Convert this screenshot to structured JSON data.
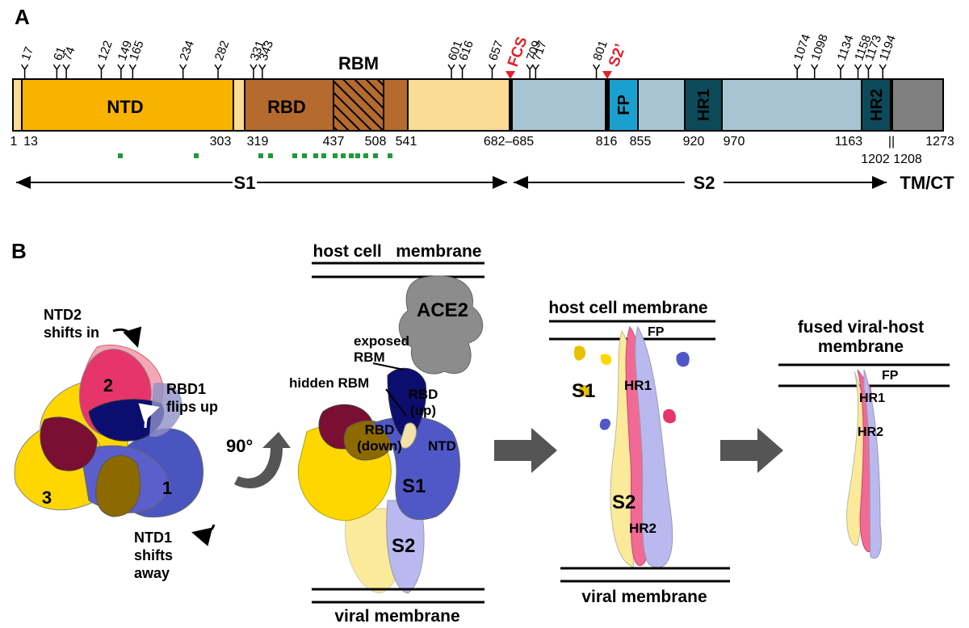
{
  "panel_a": {
    "label": "A",
    "domains": {
      "ntd": "NTD",
      "rbd": "RBD",
      "rbm": "RBM",
      "fp": "FP",
      "hr1": "HR1",
      "hr2": "HR2"
    },
    "glycosites": [
      "17",
      "61",
      "74",
      "122",
      "149",
      "165",
      "234",
      "282",
      "331",
      "343",
      "601",
      "616",
      "657",
      "709",
      "717",
      "801",
      "1074",
      "1098",
      "1134",
      "1158",
      "1173",
      "1194"
    ],
    "cleavage_sites": {
      "fcs": "FCS",
      "s2prime": "S2’"
    },
    "positions": {
      "p1": "1",
      "p13": "13",
      "p303": "303",
      "p319": "319",
      "p437": "437",
      "p508": "508",
      "p541": "541",
      "p682": "682–685",
      "p816": "816",
      "p855": "855",
      "p920": "920",
      "p970": "970",
      "p1163": "1163",
      "p1202": "1202",
      "p1208": "1208",
      "p1273": "1273",
      "sep": "||"
    },
    "subunits": {
      "s1": "S1",
      "s2": "S2",
      "tmct": "TM/CT"
    },
    "colors": {
      "ntd": "#F8B200",
      "ntd_light": "#FBDC94",
      "rbd": "#B56A2E",
      "s2": "#A8C4D2",
      "fp": "#1AA0CF",
      "hr": "#0C4A5A",
      "tm": "#808080",
      "cleavage": "#E5202A",
      "mutation_marks": "#1E9A3A"
    }
  },
  "panel_b": {
    "label": "B",
    "step1": {
      "ntd2_shift": "NTD2\nshifts in",
      "rbd1_flip": "RBD1\nflips up",
      "ntd1_shift": "NTD1\nshifts\naway",
      "protomer_labels": [
        "2",
        "3",
        "1"
      ],
      "rotation": "90°"
    },
    "step2": {
      "host_membrane": "host cell   membrane",
      "ace2": "ACE2",
      "exposed_rbm": "exposed\nRBM",
      "hidden_rbm": "hidden RBM",
      "rbd_up": "RBD\n(up)",
      "rbd_down": "RBD\n(down)",
      "ntd": "NTD",
      "s1": "S1",
      "s2": "S2",
      "viral_membrane": "viral membrane"
    },
    "step3": {
      "host_membrane": "host cell membrane",
      "fp": "FP",
      "hr1": "HR1",
      "s1": "S1",
      "s2": "S2",
      "hr2": "HR2",
      "viral_membrane": "viral membrane"
    },
    "step4": {
      "fused_membrane": "fused viral-host\nmembrane",
      "fp": "FP",
      "hr1": "HR1",
      "hr2": "HR2"
    }
  }
}
